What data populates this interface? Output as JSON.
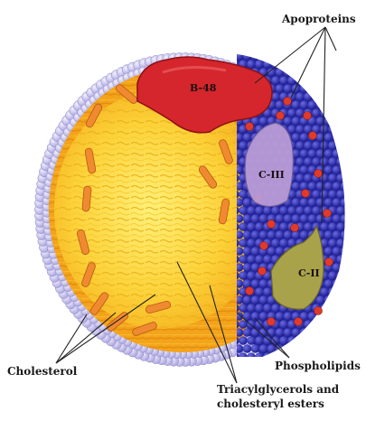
{
  "labels": {
    "apoproteins": "Apoproteins",
    "cholesterol": "Cholesterol",
    "phospholipids": "Phospholipids",
    "triacyl_line1": "Triacylglycerols and",
    "triacyl_line2": "cholesteryl esters"
  },
  "proteins": {
    "b48": "B-48",
    "c3": "C-III",
    "c2": "C-II"
  },
  "colors": {
    "shell_lavender": "#c9c6ef",
    "shell_blue": "#2424a8",
    "core_orange": "#f3a41a",
    "core_yellow": "#fde04a",
    "protein_red": "#d4262c",
    "protein_purple": "#b99bd6",
    "protein_olive": "#a8a24a",
    "cholesterol_orange": "#f08a30"
  }
}
